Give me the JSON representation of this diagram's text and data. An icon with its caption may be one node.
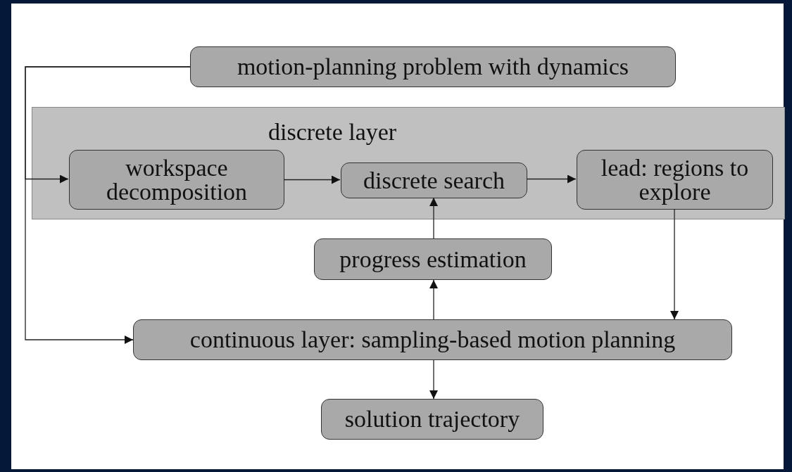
{
  "diagram": {
    "nodes": [
      {
        "text": [
          "motion-planning problem with dynamics"
        ]
      },
      {
        "text": [
          "discrete layer"
        ]
      },
      {
        "text": [
          "workspace decomposition"
        ],
        "in": 1
      },
      {
        "text": [
          "discrete search"
        ],
        "in": 1
      },
      {
        "text": [
          "lead: regions to explore"
        ],
        "in": 1
      },
      {
        "text": [
          "progress estimation"
        ]
      },
      {
        "text": [
          "continuous layer: sampling-based motion planning"
        ]
      },
      {
        "text": [
          "solution trajectory"
        ]
      }
    ],
    "edges": [
      {
        "from": 0,
        "to": 2,
        "arrow": "to"
      },
      {
        "from": 0,
        "to": 6,
        "arrow": "to"
      },
      {
        "from": 2,
        "to": 3,
        "arrow": "to"
      },
      {
        "from": 3,
        "to": 4,
        "arrow": "to"
      },
      {
        "from": 4,
        "to": 6,
        "arrow": "to"
      },
      {
        "from": 6,
        "to": 5,
        "arrow": "to"
      },
      {
        "from": 5,
        "to": 3,
        "arrow": "to"
      },
      {
        "from": 6,
        "to": 7,
        "arrow": "to"
      }
    ]
  }
}
